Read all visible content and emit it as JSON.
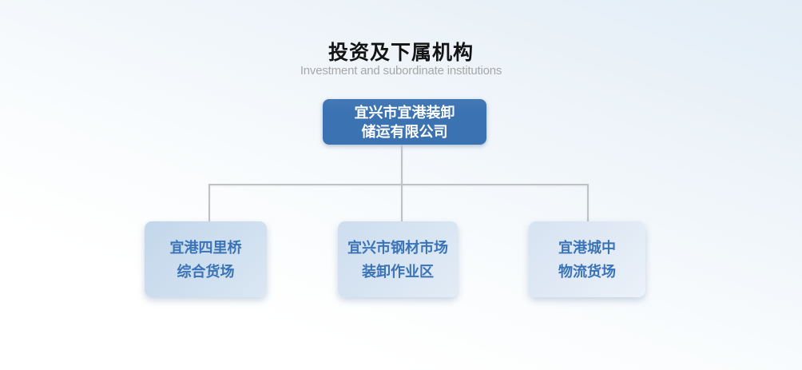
{
  "header": {
    "title": "投资及下属机构",
    "subtitle": "Investment and subordinate institutions"
  },
  "org_chart": {
    "root": {
      "name": "宜兴市宜港装卸储运有限公司",
      "line1": "宜兴市宜港装卸",
      "line2": "储运有限公司"
    },
    "children": [
      {
        "name": "宜港四里桥综合货场",
        "line1": "宜港四里桥",
        "line2": "综合货场"
      },
      {
        "name": "宜兴市钢材市场装卸作业区",
        "line1": "宜兴市钢材市场",
        "line2": "装卸作业区"
      },
      {
        "name": "宜港城中物流货场",
        "line1": "宜港城中",
        "line2": "物流货场"
      }
    ]
  },
  "colors": {
    "title_text": "#141414",
    "subtitle_text": "#a8a8a8",
    "root_box_bg": "#3b72b2",
    "root_box_text": "#ffffff",
    "child_box_text": "#3a73b7",
    "connector": "#c0c2c4"
  }
}
